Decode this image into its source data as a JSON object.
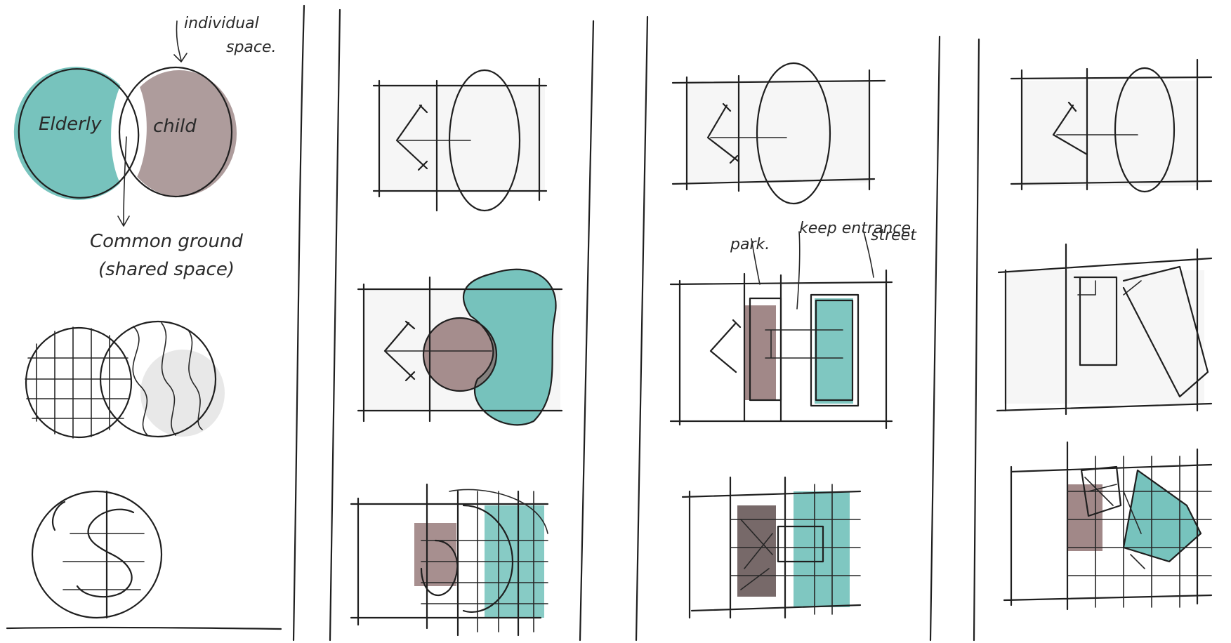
{
  "colors": {
    "paper": "#ffffff",
    "ink": "#1f1f1f",
    "teal_marker": "#5fb9b1",
    "mauve_marker": "#8a6a6a",
    "shadow_grey": "#d9d9d9"
  },
  "labels": {
    "elderly": "Elderly",
    "child": "child",
    "individual_space_line1": "individual",
    "individual_space_line2": "space.",
    "common_ground_line1": "Common ground",
    "common_ground_line2": "(shared space)",
    "park": "park.",
    "keep_entrance": "keep entrance.",
    "street": "street"
  }
}
